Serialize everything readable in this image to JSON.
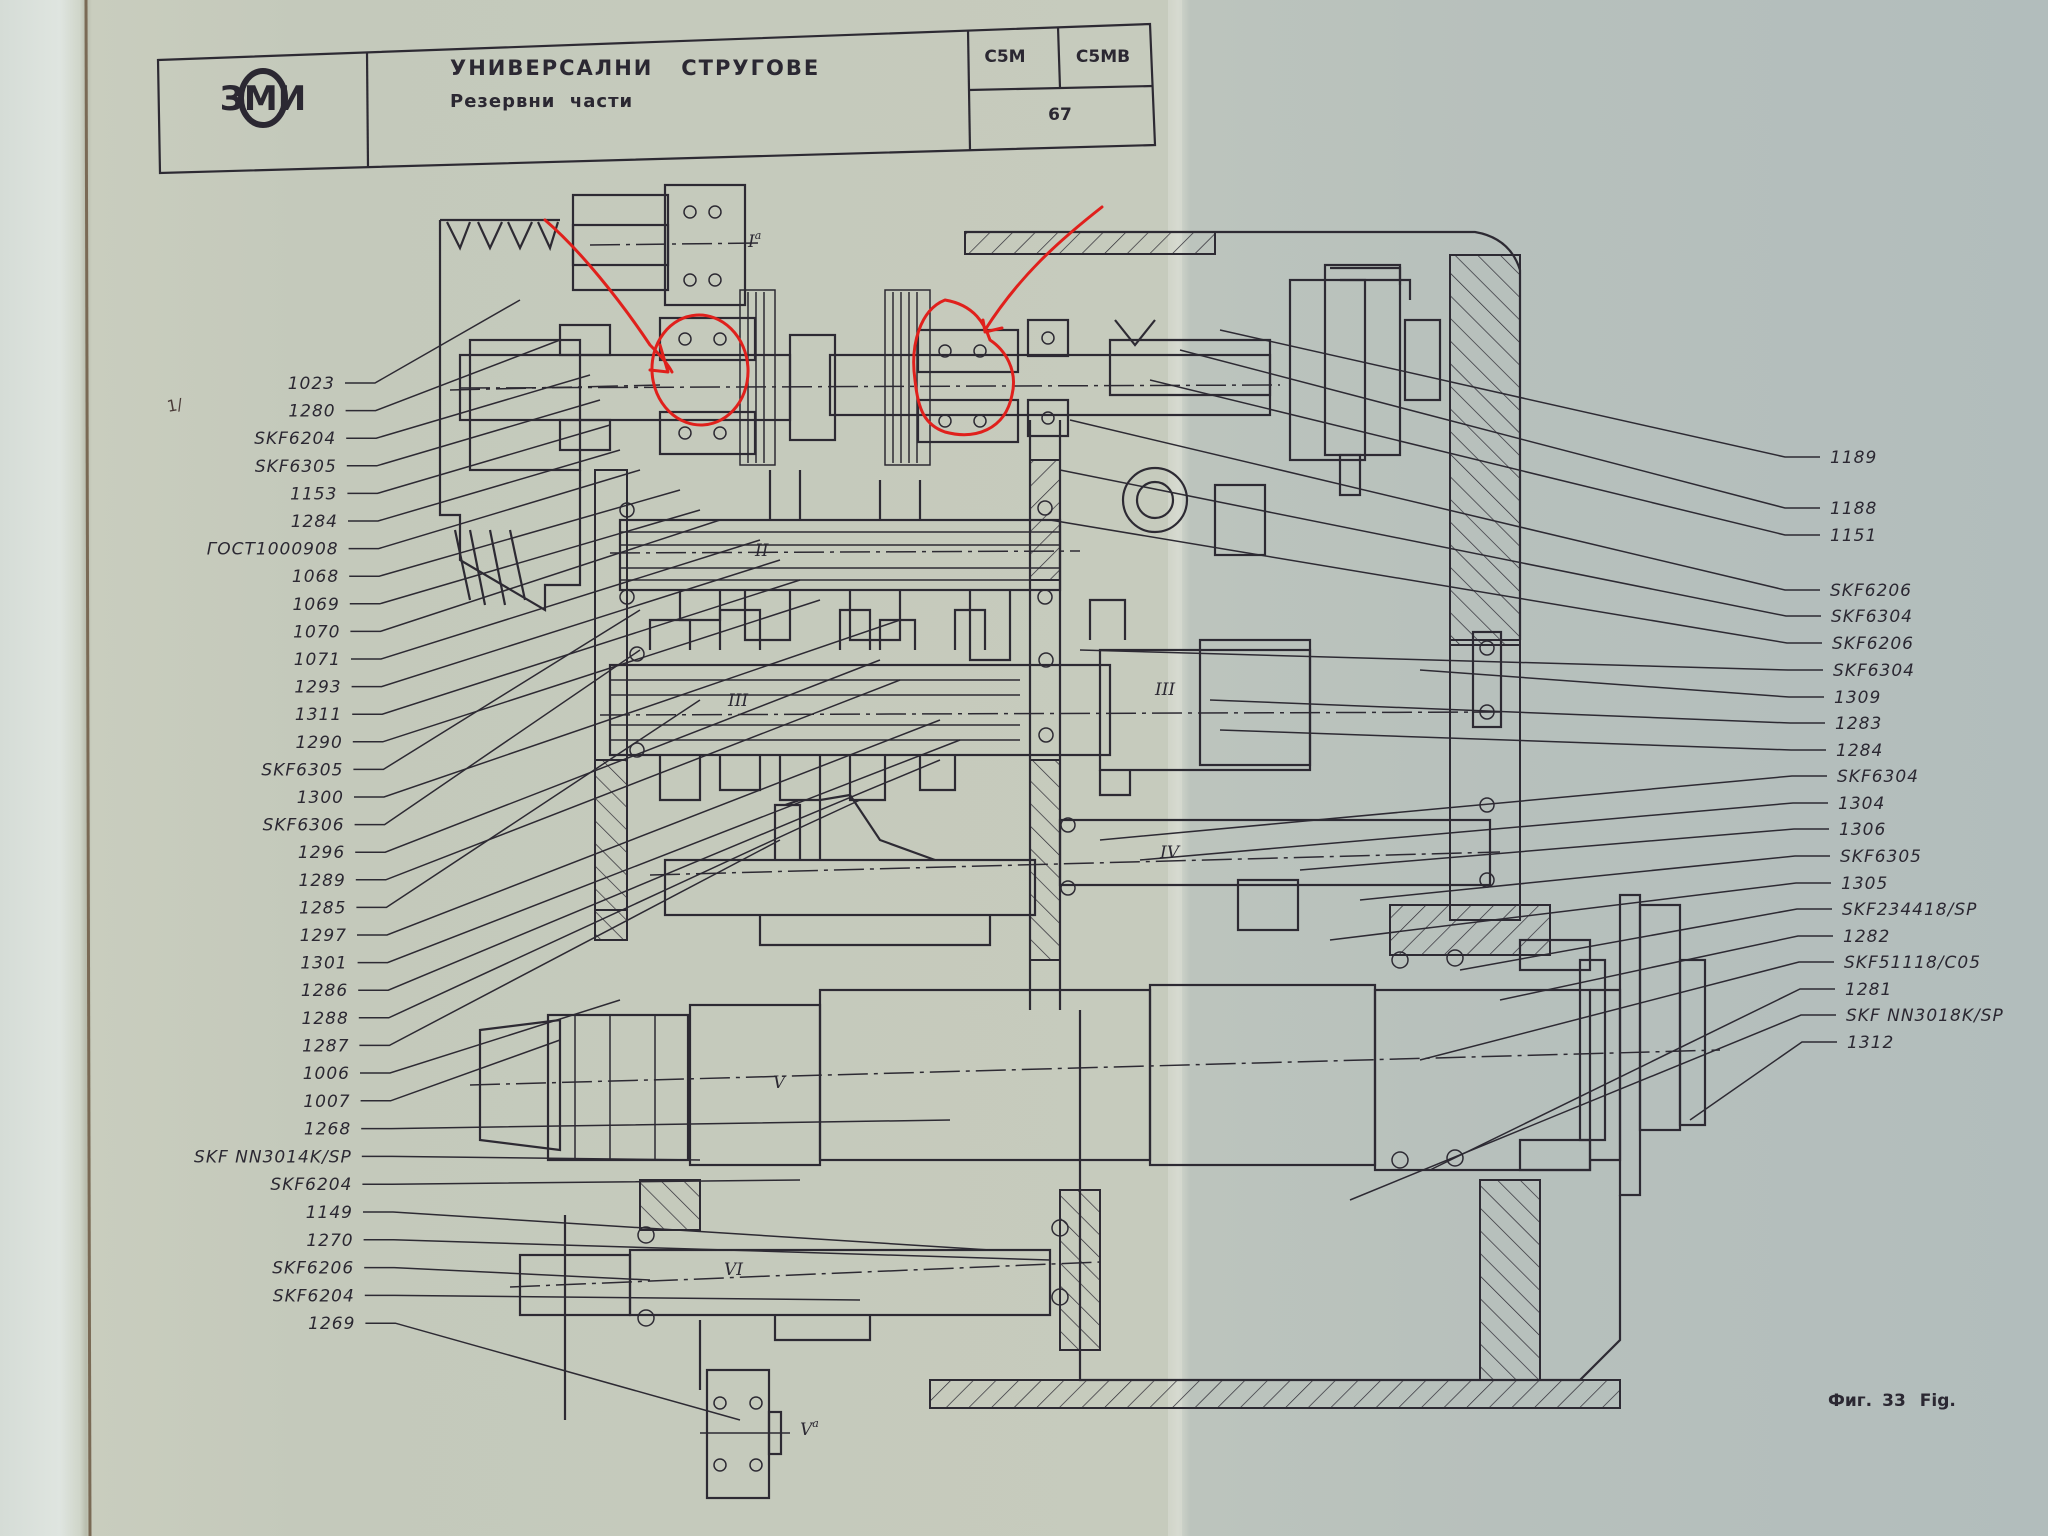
{
  "header": {
    "logo": "ЗМИ",
    "title": "УНИВЕРСАЛНИ   СТРУГОВЕ",
    "subtitle": "Резервни  части",
    "models": [
      "C5M",
      "C5MB"
    ],
    "page_number": "67"
  },
  "shafts": {
    "Ia": "I",
    "Ia_sup": "a",
    "II": "II",
    "III": "III",
    "IV": "IV",
    "V": "V",
    "VI": "VI",
    "Va": "V",
    "Va_sup": "a"
  },
  "left_labels": [
    "1023",
    "1280",
    "SKF6204",
    "SKF6305",
    "1153",
    "1284",
    "ГОСТ1000908",
    "1068",
    "1069",
    "1070",
    "1071",
    "1293",
    "1311",
    "1290",
    "SKF6305",
    "1300",
    "SKF6306",
    "1296",
    "1289",
    "1285",
    "1297",
    "1301",
    "1286",
    "1288",
    "1287",
    "1006",
    "1007",
    "1268",
    "SKF NN3014K/SP",
    "SKF6204",
    "1149",
    "1270",
    "SKF6206",
    "SKF6204",
    "1269"
  ],
  "right_labels": [
    "1189",
    "1188",
    "1151",
    "SKF6206",
    "SKF6304",
    "SKF6206",
    "SKF6304",
    "1309",
    "1283",
    "1284",
    "SKF6304",
    "1304",
    "1306",
    "SKF6305",
    "1305",
    "SKF234418/SP",
    "1282",
    "SKF51118/C05",
    "1281",
    "SKF NN3018K/SP",
    "1312"
  ],
  "figure_caption": {
    "prefix": "Фиг.",
    "number": "33",
    "suffix": "Fig."
  },
  "margin_mark": "1/",
  "annotations": {
    "color": "#e0201c",
    "items": [
      {
        "type": "circle-with-arrow",
        "target": "bearing pair on shaft I (left)"
      },
      {
        "type": "circle-with-arrow",
        "target": "bearing pair on shaft I (right, clutch side)"
      }
    ]
  },
  "colors": {
    "paper": "#c6cbbd",
    "ink": "#2d2a33",
    "annotation": "#e0201c"
  }
}
